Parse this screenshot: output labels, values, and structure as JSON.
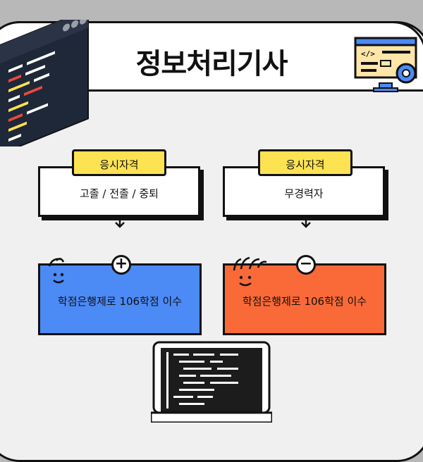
{
  "title": "정보처리기사",
  "left_column": {
    "tag": "응시자격",
    "box_text": "고졸 / 전졸 / 중퇴",
    "card_text": "학점은행제로 106학점 이수",
    "card_color": "#4c8af5",
    "badge": "+"
  },
  "right_column": {
    "tag": "응시자격",
    "box_text": "무경력자",
    "card_text": "학점은행제로 106학점 이수",
    "card_color": "#fa6a38",
    "badge": "−"
  },
  "colors": {
    "background": "#b8b8b8",
    "panel": "#f0f0f0",
    "tag": "#fde252",
    "outline": "#111111"
  },
  "icons": [
    "code-window-icon",
    "computer-settings-icon",
    "laptop-code-icon",
    "arrow-down-icon",
    "smiley-face-icon"
  ]
}
